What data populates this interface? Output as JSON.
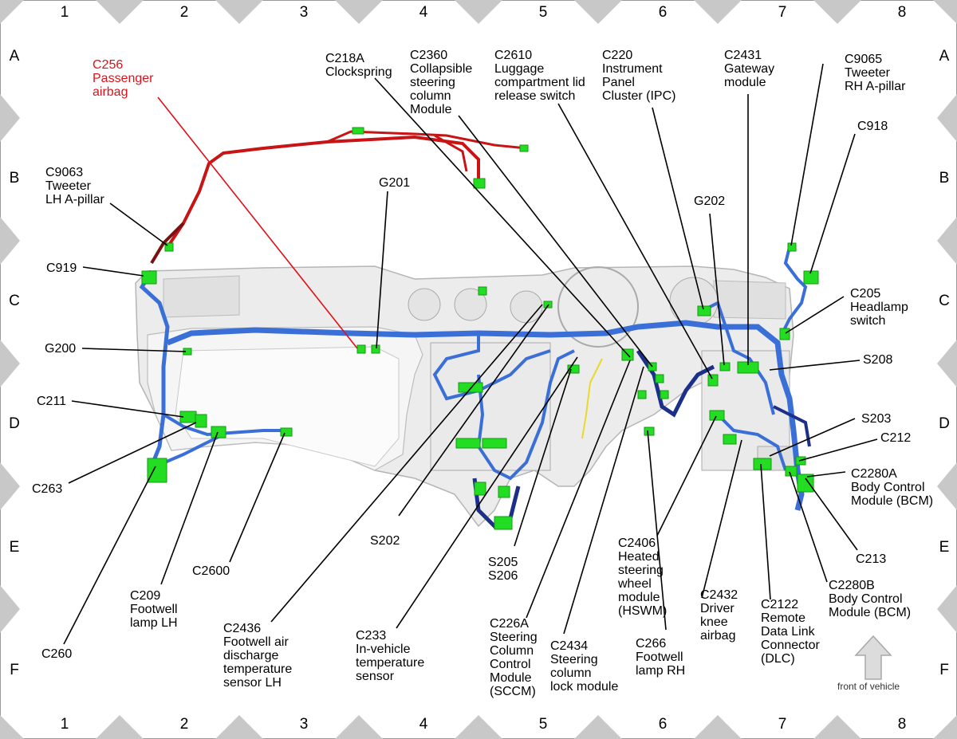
{
  "grid": {
    "columns": [
      "1",
      "2",
      "3",
      "4",
      "5",
      "6",
      "7",
      "8"
    ],
    "rows": [
      "A",
      "B",
      "C",
      "D",
      "E",
      "F"
    ]
  },
  "labels": {
    "c256": "C256\nPassenger\nairbag",
    "c218a": "C218A\nClockspring",
    "c2360": "C2360\nCollapsible\nsteering\ncolumn\nModule",
    "c2610": "C2610\nLuggage\ncompartment lid\nrelease switch",
    "c220": "C220\nInstrument\nPanel\nCluster (IPC)",
    "c2431": "C2431\nGateway\nmodule",
    "c9065": "C9065\nTweeter\nRH A-pillar",
    "c918": "C918",
    "c9063": "C9063\nTweeter\nLH A-pillar",
    "g201": "G201",
    "g202": "G202",
    "c919": "C919",
    "c205": "C205\nHeadlamp\nswitch",
    "g200": "G200",
    "s208": "S208",
    "c211": "C211",
    "s203": "S203",
    "c212": "C212",
    "c2280a": "C2280A\nBody Control\nModule (BCM)",
    "c263": "C263",
    "s202": "S202",
    "c2406": "C2406\nHeated\nsteering\nwheel\nmodule\n(HSWM)",
    "s205": "S205\nS206",
    "c213": "C213",
    "c2600": "C2600",
    "c209": "C209\nFootwell\nlamp LH",
    "c2436": "C2436\nFootwell air\ndischarge\ntemperature\nsensor LH",
    "c233": "C233\nIn-vehicle\ntemperature\nsensor",
    "c226a": "C226A\nSteering\nColumn\nControl\nModule\n(SCCM)",
    "c2434": "C2434\nSteering\ncolumn\nlock module",
    "c266": "C266\nFootwell\nlamp RH",
    "c2432": "C2432\nDriver\nknee\nairbag",
    "c2122": "C2122\nRemote\nData Link\nConnector\n(DLC)",
    "c2280b": "C2280B\nBody Control\nModule (BCM)",
    "c260": "C260"
  },
  "front_of_vehicle": "front of vehicle",
  "colors": {
    "harness_blue": "#3a6fd8",
    "harness_dark": "#1c2f8a",
    "harness_red": "#d01818",
    "connector_green": "#22dd22",
    "leader_red": "#e0101a",
    "grid_marker": "#c8c8c8"
  }
}
